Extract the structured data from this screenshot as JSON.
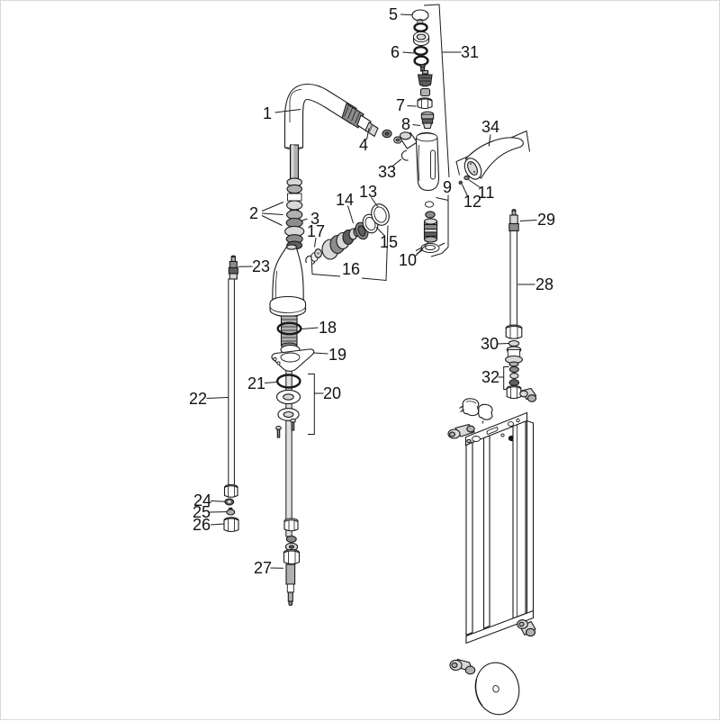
{
  "diagram": {
    "part_labels": [
      "1",
      "2",
      "3",
      "4",
      "5",
      "6",
      "7",
      "8",
      "9",
      "10",
      "11",
      "12",
      "13",
      "14",
      "15",
      "16",
      "17",
      "18",
      "19",
      "20",
      "21",
      "22",
      "23",
      "24",
      "25",
      "26",
      "27",
      "28",
      "29",
      "30",
      "31",
      "32",
      "33",
      "34"
    ],
    "colors": {
      "line": "#1a1a1a",
      "background": "#ffffff",
      "metal_light": "#d8d8d8",
      "metal_mid": "#b0b0b0",
      "metal_dark": "#6f6f6f",
      "black_part": "#161616"
    }
  }
}
